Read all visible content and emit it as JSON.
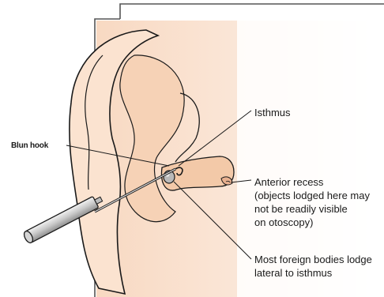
{
  "labels": {
    "blunt_hook": "Blun hook",
    "isthmus": "Isthmus",
    "anterior_recess": [
      "Anterior recess",
      "(objects lodged here may",
      "not be readily visible",
      "on otoscopy)"
    ],
    "foreign_bodies": [
      "Most foreign bodies lodge",
      "lateral to isthmus"
    ]
  },
  "colors": {
    "outline": "#1a1a1a",
    "skin_light": "#fbe3d0",
    "skin_mid": "#f6d2b6",
    "canal": "#f3c9a8",
    "instrument": "#d9d9d9"
  }
}
